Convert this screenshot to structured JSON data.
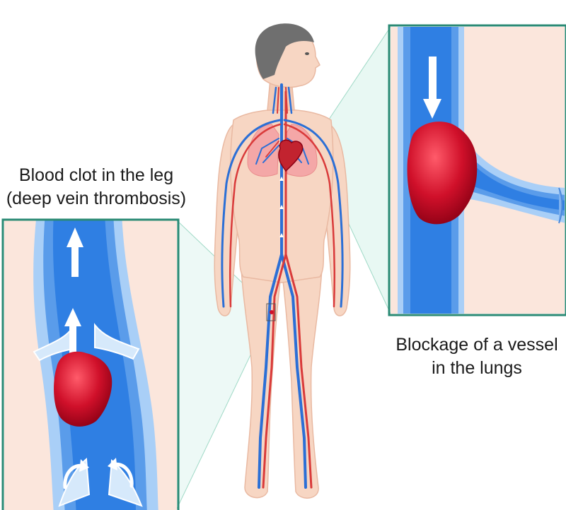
{
  "labels": {
    "dvt_line1": "Blood clot in the leg",
    "dvt_line2": "(deep vein thrombosis)",
    "pe_line1": "Blockage of a vessel",
    "pe_line2": "in the lungs"
  },
  "colors": {
    "frame": "#2a8a74",
    "skin": "#f7d6c3",
    "vein": "#2b6fd6",
    "artery": "#d93a3a",
    "clot": "#d0102a",
    "hair": "#6f6f6f",
    "inset_background": "#fbe6dc"
  },
  "icons": [
    "arrow-up-icon",
    "arrow-down-icon",
    "valve-flow-arrows-icon"
  ]
}
